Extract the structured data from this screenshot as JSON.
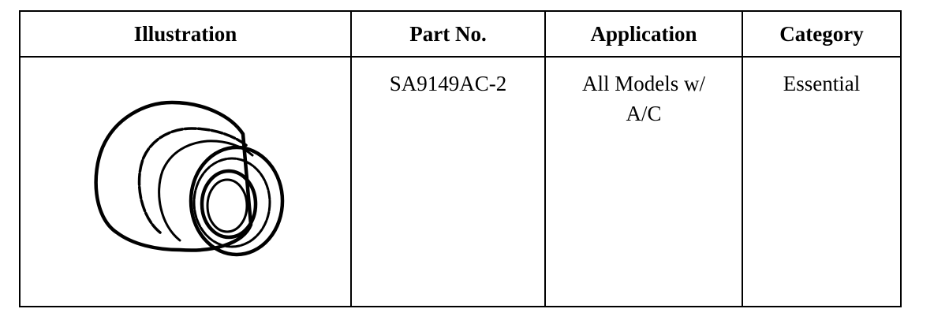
{
  "table": {
    "headers": [
      "Illustration",
      "Part No.",
      "Application",
      "Category"
    ],
    "rows": [
      {
        "illustration_icon": "fitting-part-icon",
        "part_no": "SA9149AC-2",
        "application_line1": "All Models w/",
        "application_line2": "A/C",
        "category": "Essential"
      }
    ]
  }
}
